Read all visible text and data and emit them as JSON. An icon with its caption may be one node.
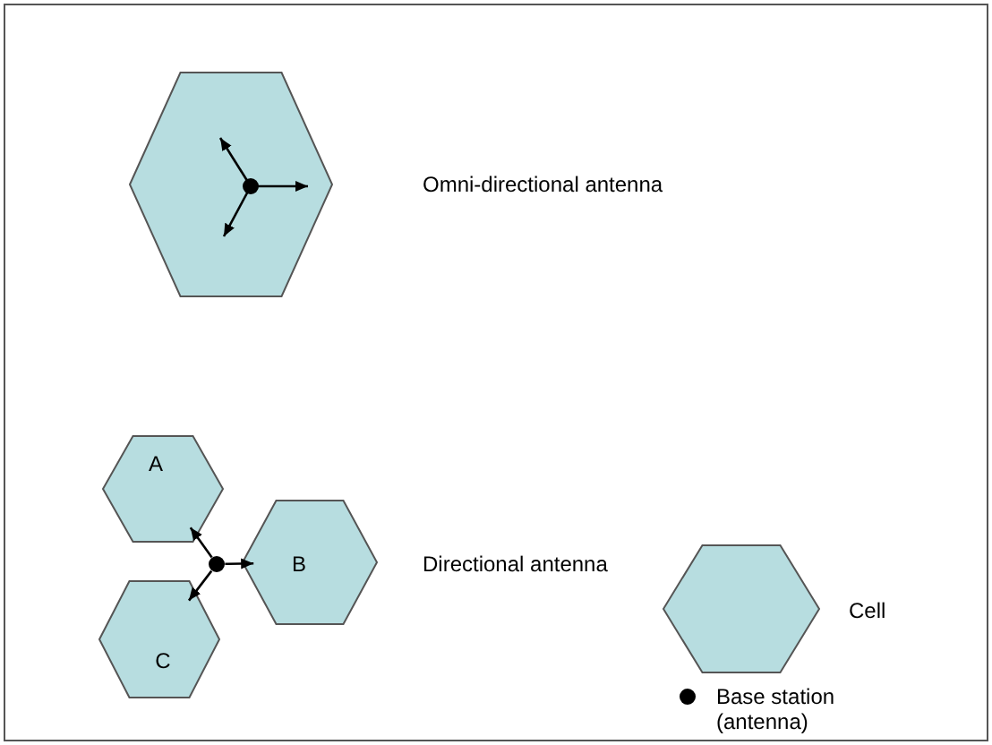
{
  "diagram": {
    "nodes": [
      {
        "text": [],
        "shape": "hexagon"
      },
      {
        "text": [
          "A"
        ]
      },
      {
        "text": [
          "B"
        ]
      },
      {
        "text": [
          "C"
        ]
      },
      {
        "text": [],
        "shape": "circle"
      }
    ],
    "edges": [
      {
        "from": 4,
        "to": 1,
        "arrow": "to"
      },
      {
        "from": 4,
        "to": 2,
        "arrow": "to"
      },
      {
        "from": 4,
        "to": 3,
        "arrow": "to"
      }
    ],
    "labels": [
      "Omni-directional antenna",
      "Directional antenna"
    ],
    "legend": [
      {
        "text": "Cell"
      },
      {
        "text": "Base station (antenna)"
      }
    ]
  }
}
